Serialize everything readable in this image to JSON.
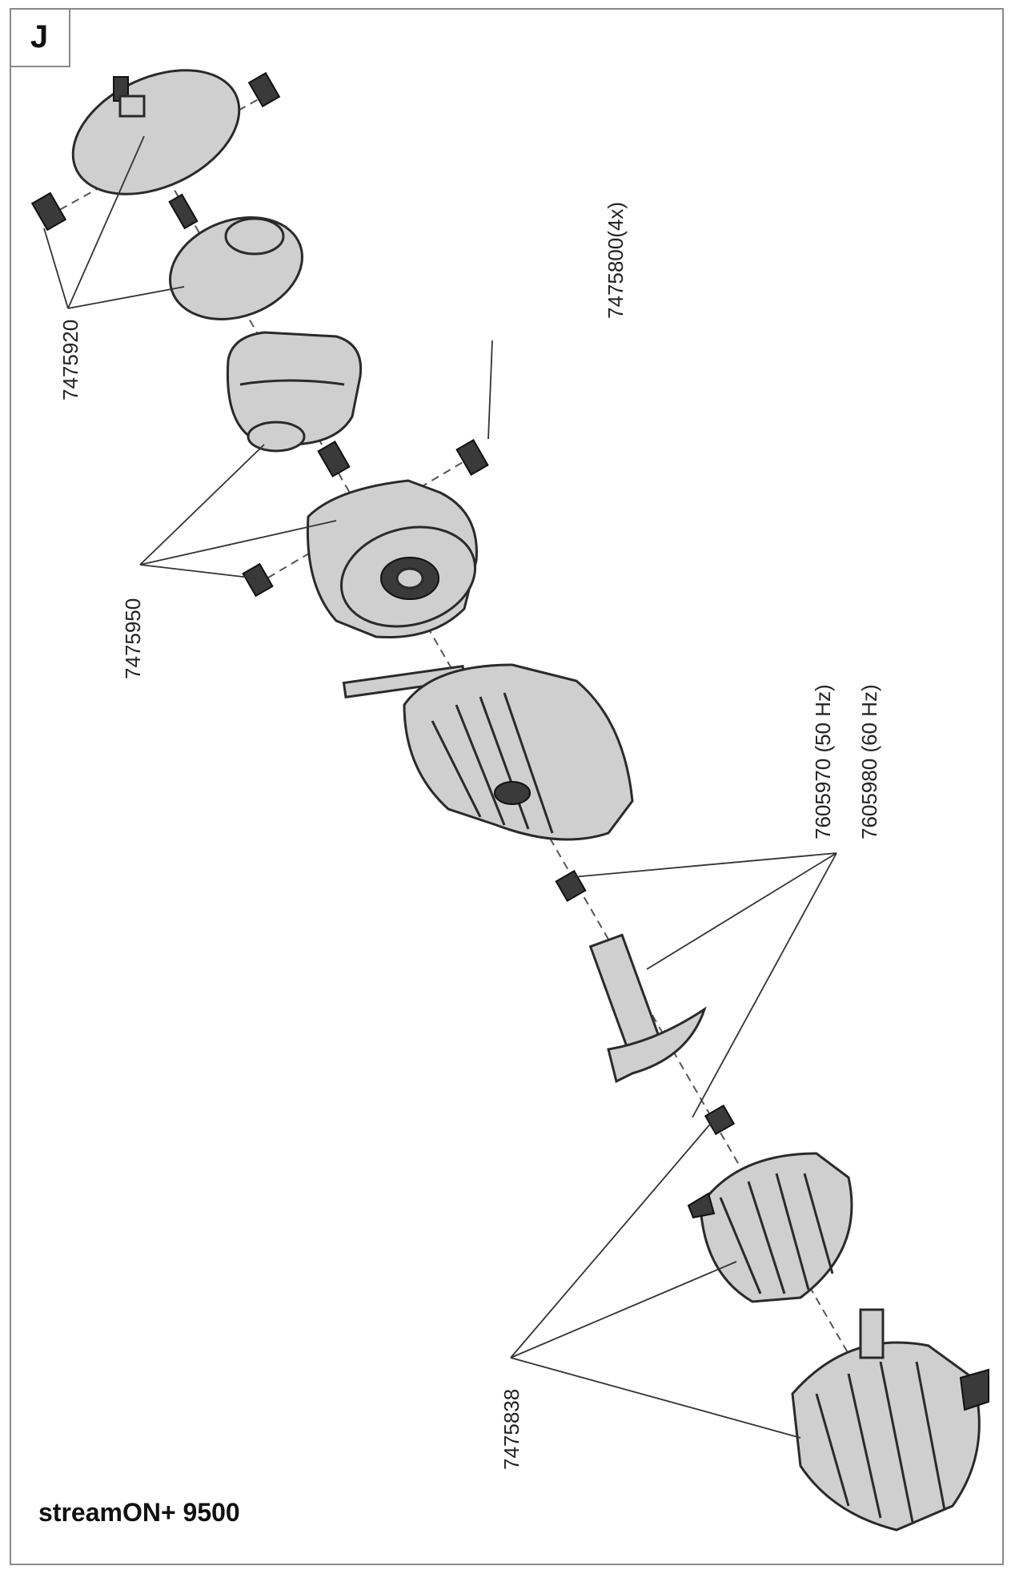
{
  "section_letter": "J",
  "product_name": "streamON+ 9500",
  "parts": {
    "p1": "7475920",
    "p2": "7475800(4x)",
    "p3": "7475950",
    "p4a": "7605970 (50 Hz)",
    "p4b": "7605980 (60 Hz)",
    "p5": "7475838"
  }
}
